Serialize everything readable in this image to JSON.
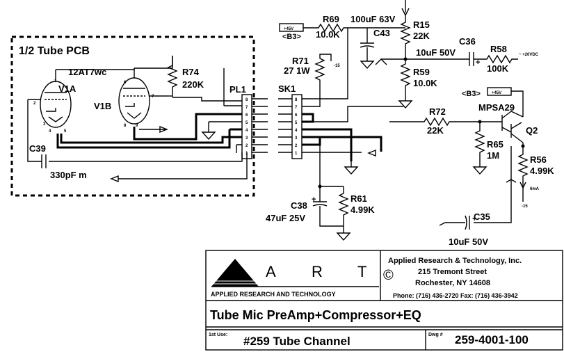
{
  "pcb": {
    "title": "1/2 Tube PCB",
    "tube_type": "12AT7wc",
    "tube_a": "V1A",
    "tube_b": "V1B",
    "pin_2": "2",
    "pin_3": "3",
    "pin_4": "4",
    "pin_5": "5",
    "pin_6": "6",
    "pin_7": "7",
    "pin_8": "8",
    "pin_9": "9",
    "plug": "PL1",
    "r74_ref": "R74",
    "r74_val": "220K",
    "c39_ref": "C39",
    "c39_val": "330pF m"
  },
  "socket": {
    "ref": "SK1",
    "pins": [
      "8",
      "7",
      "6",
      "5",
      "4",
      "3",
      "2",
      "1"
    ]
  },
  "components": {
    "r69_ref": "R69",
    "r69_val": "10.0K",
    "c43_val": "100uF 63V",
    "c43_ref": "C43",
    "r71_ref": "R71",
    "r71_val": "27 1W",
    "r15_ref": "R15",
    "r15_val": "22K",
    "c36_ref": "C36",
    "c36_val": "10uF 50V",
    "r58_ref": "R58",
    "r58_val": "100K",
    "supply_note": "~ +20VDC",
    "r59_ref": "R59",
    "r59_val": "10.0K",
    "r72_ref": "R72",
    "r72_val": "22K",
    "q2_type": "MPSA29",
    "q2_ref": "Q2",
    "r65_ref": "R65",
    "r65_val": "1M",
    "r56_ref": "R56",
    "r56_val": "4.99K",
    "current_note": "6mA",
    "neg15": "-15",
    "c35_ref": "C35",
    "c35_val": "10uF 50V",
    "c38_ref": "C38",
    "c38_val": "47uF 25V",
    "r61_ref": "R61",
    "r61_val": "4.99K",
    "b3_tag": "<B3>",
    "plus45": "+45V",
    "plus": "+"
  },
  "title_block": {
    "logo_letters": [
      "A",
      "R",
      "T"
    ],
    "logo_caption": "APPLIED RESEARCH AND TECHNOLOGY",
    "copyright": "©",
    "company": "Applied Research & Technology, Inc.",
    "street": "215 Tremont Street",
    "city": "Rochester, NY  14608",
    "phone": "Phone: (716) 436-2720  Fax: (716) 436-3942",
    "description": "Tube Mic PreAmp+Compressor+EQ",
    "first_use_label": "1st Use:",
    "first_use_value": "#259 Tube Channel",
    "dwg_label": "Dwg #",
    "dwg_value": "259-4001-100"
  }
}
